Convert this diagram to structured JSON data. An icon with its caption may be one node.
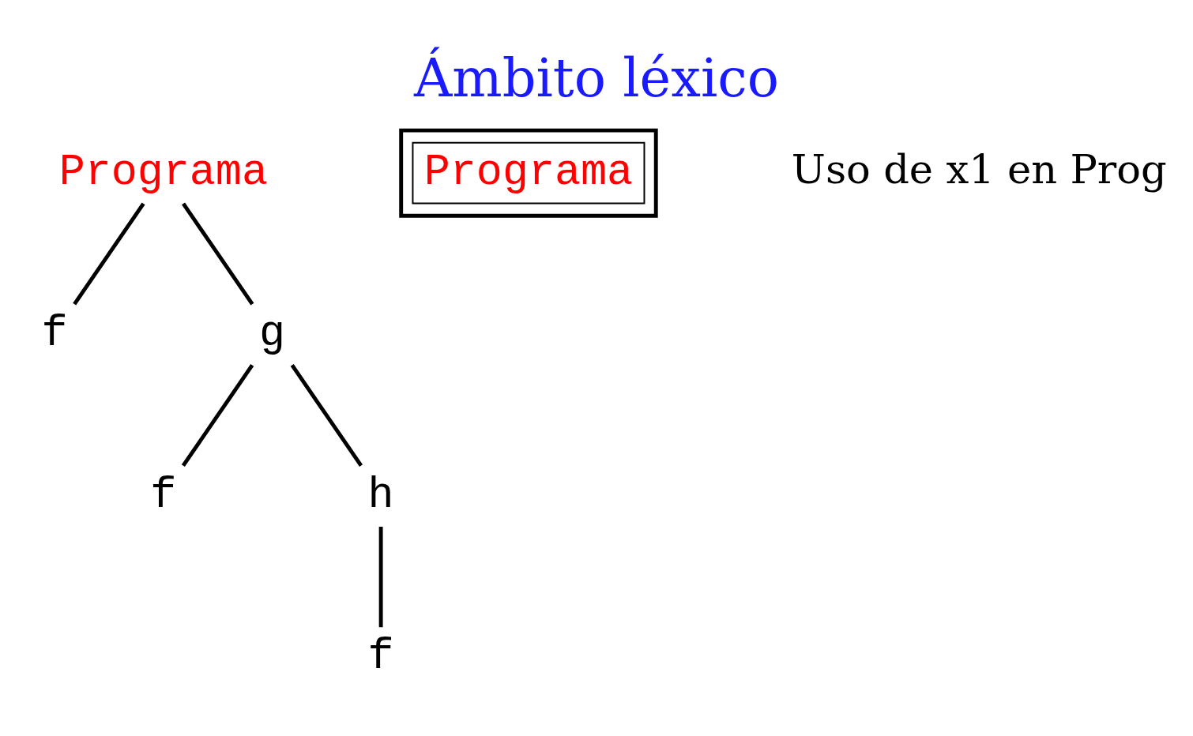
{
  "diagram": {
    "title": "Ámbito léxico",
    "nodes": [
      {
        "text": [
          "Programa"
        ]
      },
      {
        "text": [
          "f"
        ]
      },
      {
        "text": [
          "g"
        ]
      },
      {
        "text": [
          "f"
        ]
      },
      {
        "text": [
          "h"
        ]
      },
      {
        "text": [
          "f"
        ]
      },
      {
        "text": [],
        "shape": "box"
      },
      {
        "text": [
          "Programa"
        ],
        "in": 6
      }
    ],
    "edges": [
      {
        "from": 0,
        "to": 1,
        "arrow": "none"
      },
      {
        "from": 0,
        "to": 2,
        "arrow": "none"
      },
      {
        "from": 2,
        "to": 3,
        "arrow": "none"
      },
      {
        "from": 2,
        "to": 4,
        "arrow": "none"
      },
      {
        "from": 4,
        "to": 5,
        "arrow": "none"
      }
    ],
    "labels": [
      "Uso de x1 en Prog"
    ]
  }
}
